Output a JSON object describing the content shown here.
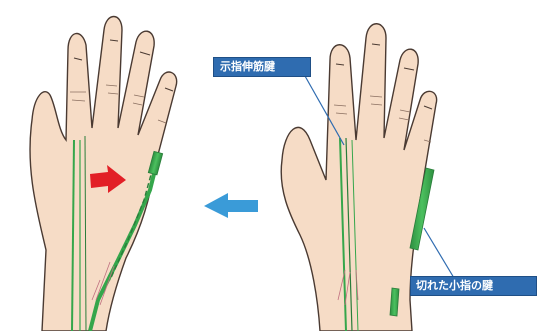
{
  "labels": {
    "index_tendon": "示指伸筋腱",
    "cut_little_tendon": "切れた小指の腱"
  },
  "colors": {
    "skin": "#f6dcc6",
    "outline": "#4a3a32",
    "tendon_green": "#35a64b",
    "arrow_red": "#e21f26",
    "arrow_blue": "#3a9bd8",
    "label_bg": "#2f6cb0"
  },
  "icons": {
    "transfer_arrow": "arrow-left-blue",
    "highlight_arrow": "arrow-right-red"
  }
}
